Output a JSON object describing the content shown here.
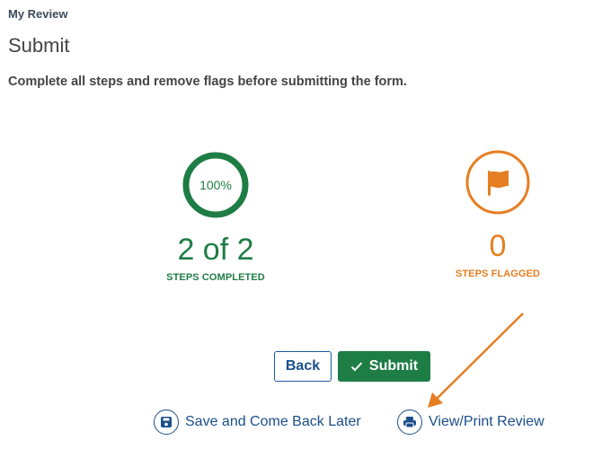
{
  "header": {
    "eyebrow": "My Review",
    "title": "Submit",
    "description": "Complete all steps and remove flags before submitting the form."
  },
  "stats": {
    "completed": {
      "percent": "100%",
      "value": "2 of 2",
      "label": "STEPS COMPLETED",
      "color": "#1e7d45"
    },
    "flagged": {
      "icon": "flag-icon",
      "value": "0",
      "label": "STEPS FLAGGED",
      "color": "#e67e22"
    }
  },
  "actions": {
    "back_label": "Back",
    "submit_label": "Submit",
    "submit_icon": "checkmark-icon",
    "save_label": "Save and Come Back Later",
    "save_icon": "floppy-disk-icon",
    "print_label": "View/Print Review",
    "print_icon": "printer-icon"
  },
  "annotation": {
    "type": "arrow",
    "color": "#e67e22",
    "points_to": "View/Print Review"
  }
}
